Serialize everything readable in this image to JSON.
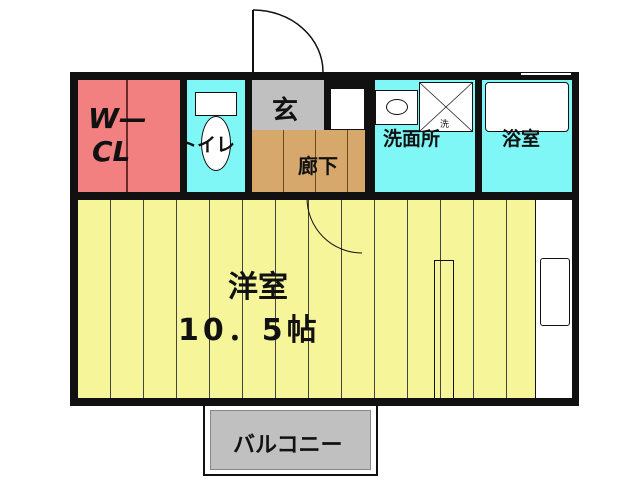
{
  "colors": {
    "walk_in_closet": "#f28080",
    "toilet": "#80f7f7",
    "entrance": "#c0c0c0",
    "hallway": "#d6a86b",
    "washroom": "#80f7f7",
    "bathroom": "#80f7f7",
    "western_room": "#f7f59a",
    "balcony": "#c0c0c0",
    "wall": "#111111"
  },
  "rooms": {
    "wcl_line1": "W—",
    "wcl_line2": "CL",
    "toilet": "トイレ",
    "entrance": "玄",
    "hallway": "廊下",
    "washroom": "洗面所",
    "washer_mark": "洗",
    "bathroom": "浴室",
    "western_room": "洋室",
    "western_room_size": "10．5帖",
    "balcony": "バルコニー"
  }
}
